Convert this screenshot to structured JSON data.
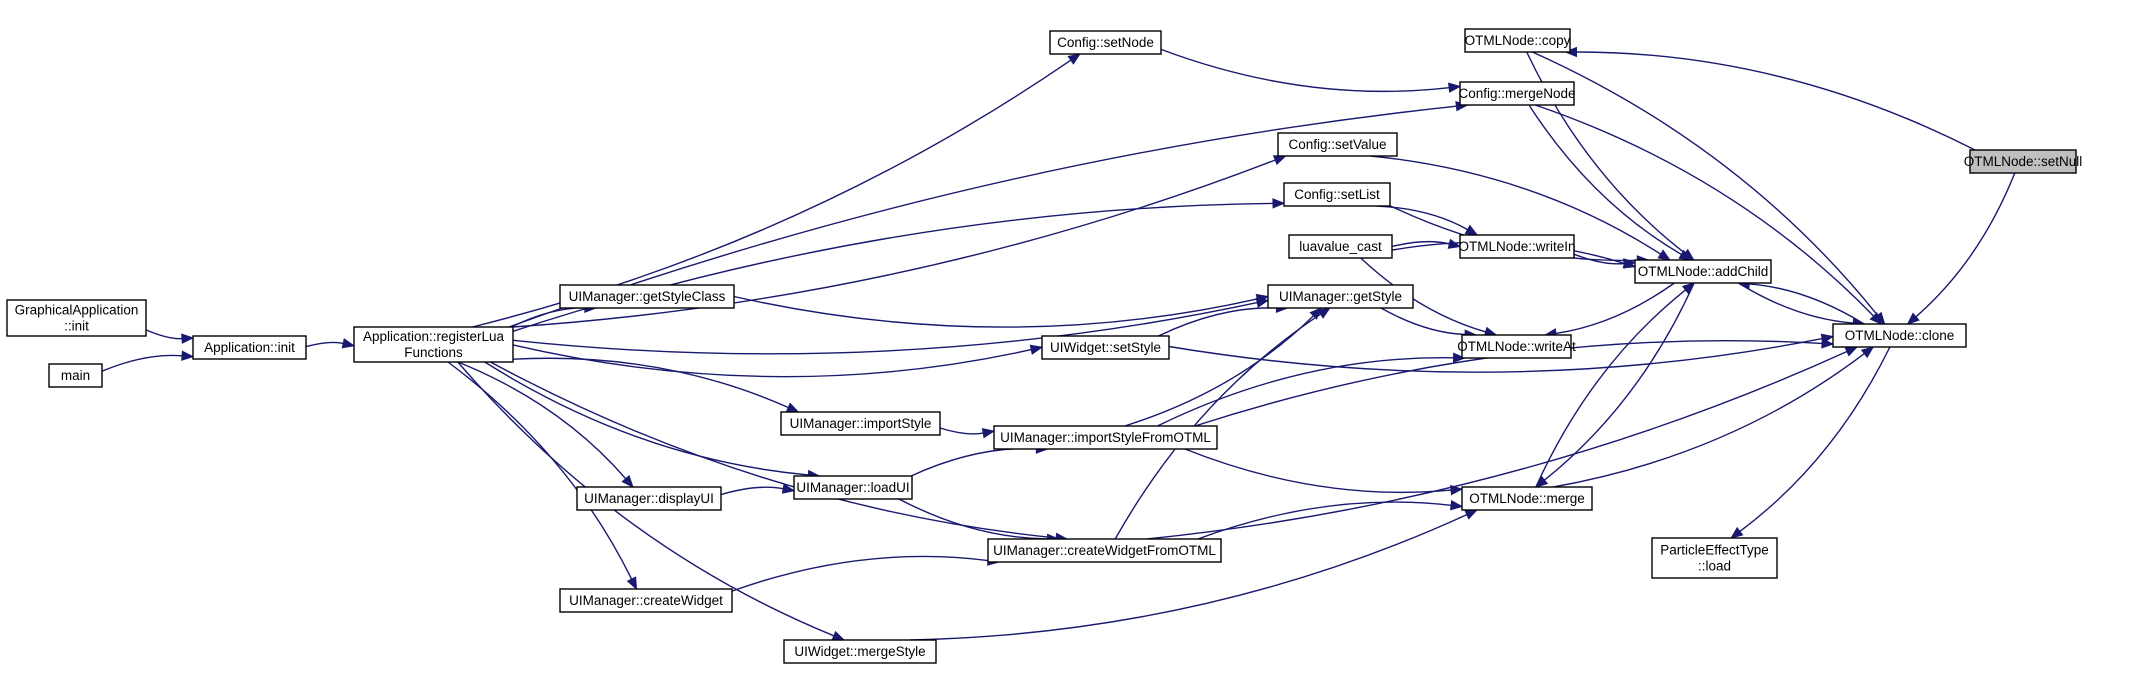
{
  "graph": {
    "nodes": [
      {
        "id": "setnull",
        "lines": [
          "OTMLNode::setNull"
        ],
        "highlight": true
      },
      {
        "id": "copy",
        "lines": [
          "OTMLNode::copy"
        ]
      },
      {
        "id": "mergenode",
        "lines": [
          "Config::mergeNode"
        ]
      },
      {
        "id": "setnode",
        "lines": [
          "Config::setNode"
        ]
      },
      {
        "id": "setvalue",
        "lines": [
          "Config::setValue"
        ]
      },
      {
        "id": "setlist",
        "lines": [
          "Config::setList"
        ]
      },
      {
        "id": "luavalue",
        "lines": [
          "luavalue_cast"
        ]
      },
      {
        "id": "writeln",
        "lines": [
          "OTMLNode::writeIn"
        ]
      },
      {
        "id": "addchild",
        "lines": [
          "OTMLNode::addChild"
        ]
      },
      {
        "id": "clone",
        "lines": [
          "OTMLNode::clone"
        ]
      },
      {
        "id": "writeat",
        "lines": [
          "OTMLNode::writeAt"
        ]
      },
      {
        "id": "getstyle",
        "lines": [
          "UIManager::getStyle"
        ]
      },
      {
        "id": "getstyleclass",
        "lines": [
          "UIManager::getStyleClass"
        ]
      },
      {
        "id": "setstyle",
        "lines": [
          "UIWidget::setStyle"
        ]
      },
      {
        "id": "importstyle",
        "lines": [
          "UIManager::importStyle"
        ]
      },
      {
        "id": "importstylefromotml",
        "lines": [
          "UIManager::importStyleFromOTML"
        ]
      },
      {
        "id": "loadui",
        "lines": [
          "UIManager::loadUI"
        ]
      },
      {
        "id": "displayui",
        "lines": [
          "UIManager::displayUI"
        ]
      },
      {
        "id": "merge",
        "lines": [
          "OTMLNode::merge"
        ]
      },
      {
        "id": "createwidgetfromotml",
        "lines": [
          "UIManager::createWidgetFromOTML"
        ]
      },
      {
        "id": "createwidget",
        "lines": [
          "UIManager::createWidget"
        ]
      },
      {
        "id": "mergestyle",
        "lines": [
          "UIWidget::mergeStyle"
        ]
      },
      {
        "id": "particleload",
        "lines": [
          "ParticleEffectType",
          "::load"
        ]
      },
      {
        "id": "registerlua",
        "lines": [
          "Application::registerLua",
          "Functions"
        ]
      },
      {
        "id": "appinit",
        "lines": [
          "Application::init"
        ]
      },
      {
        "id": "graphinit",
        "lines": [
          "GraphicalApplication",
          "::init"
        ]
      },
      {
        "id": "main",
        "lines": [
          "main"
        ]
      }
    ],
    "edges": [
      [
        "copy",
        "setnull"
      ],
      [
        "clone",
        "setnull"
      ],
      [
        "addchild",
        "copy"
      ],
      [
        "clone",
        "copy"
      ],
      [
        "addchild",
        "mergenode"
      ],
      [
        "clone",
        "mergenode"
      ],
      [
        "mergenode",
        "setnode"
      ],
      [
        "addchild",
        "setvalue"
      ],
      [
        "addchild",
        "setlist"
      ],
      [
        "writeln",
        "setlist"
      ],
      [
        "addchild",
        "writeln"
      ],
      [
        "writeln",
        "luavalue"
      ],
      [
        "writeat",
        "luavalue"
      ],
      [
        "addchild",
        "luavalue"
      ],
      [
        "clone",
        "addchild"
      ],
      [
        "merge",
        "addchild"
      ],
      [
        "addchild",
        "clone"
      ],
      [
        "writeat",
        "addchild"
      ],
      [
        "writeat",
        "getstyle"
      ],
      [
        "addchild",
        "merge"
      ],
      [
        "clone",
        "merge"
      ],
      [
        "particleload",
        "clone"
      ],
      [
        "clone",
        "setstyle"
      ],
      [
        "clone",
        "importstylefromotml"
      ],
      [
        "clone",
        "createwidgetfromotml"
      ],
      [
        "writeat",
        "importstylefromotml"
      ],
      [
        "getstyle",
        "getstyleclass"
      ],
      [
        "getstyle",
        "setstyle"
      ],
      [
        "getstyle",
        "importstylefromotml"
      ],
      [
        "getstyle",
        "createwidgetfromotml"
      ],
      [
        "importstylefromotml",
        "importstyle"
      ],
      [
        "importstylefromotml",
        "loadui"
      ],
      [
        "createwidgetfromotml",
        "loadui"
      ],
      [
        "loadui",
        "displayui"
      ],
      [
        "merge",
        "importstylefromotml"
      ],
      [
        "merge",
        "createwidgetfromotml"
      ],
      [
        "merge",
        "mergestyle"
      ],
      [
        "createwidgetfromotml",
        "createwidget"
      ],
      [
        "setnode",
        "registerlua"
      ],
      [
        "mergenode",
        "registerlua"
      ],
      [
        "setvalue",
        "registerlua"
      ],
      [
        "setlist",
        "registerlua"
      ],
      [
        "getstyle",
        "registerlua"
      ],
      [
        "getstyleclass",
        "registerlua"
      ],
      [
        "setstyle",
        "registerlua"
      ],
      [
        "importstyle",
        "registerlua"
      ],
      [
        "loadui",
        "registerlua"
      ],
      [
        "displayui",
        "registerlua"
      ],
      [
        "createwidgetfromotml",
        "registerlua"
      ],
      [
        "createwidget",
        "registerlua"
      ],
      [
        "mergestyle",
        "registerlua"
      ],
      [
        "registerlua",
        "appinit"
      ],
      [
        "appinit",
        "graphinit"
      ],
      [
        "appinit",
        "main"
      ]
    ]
  }
}
